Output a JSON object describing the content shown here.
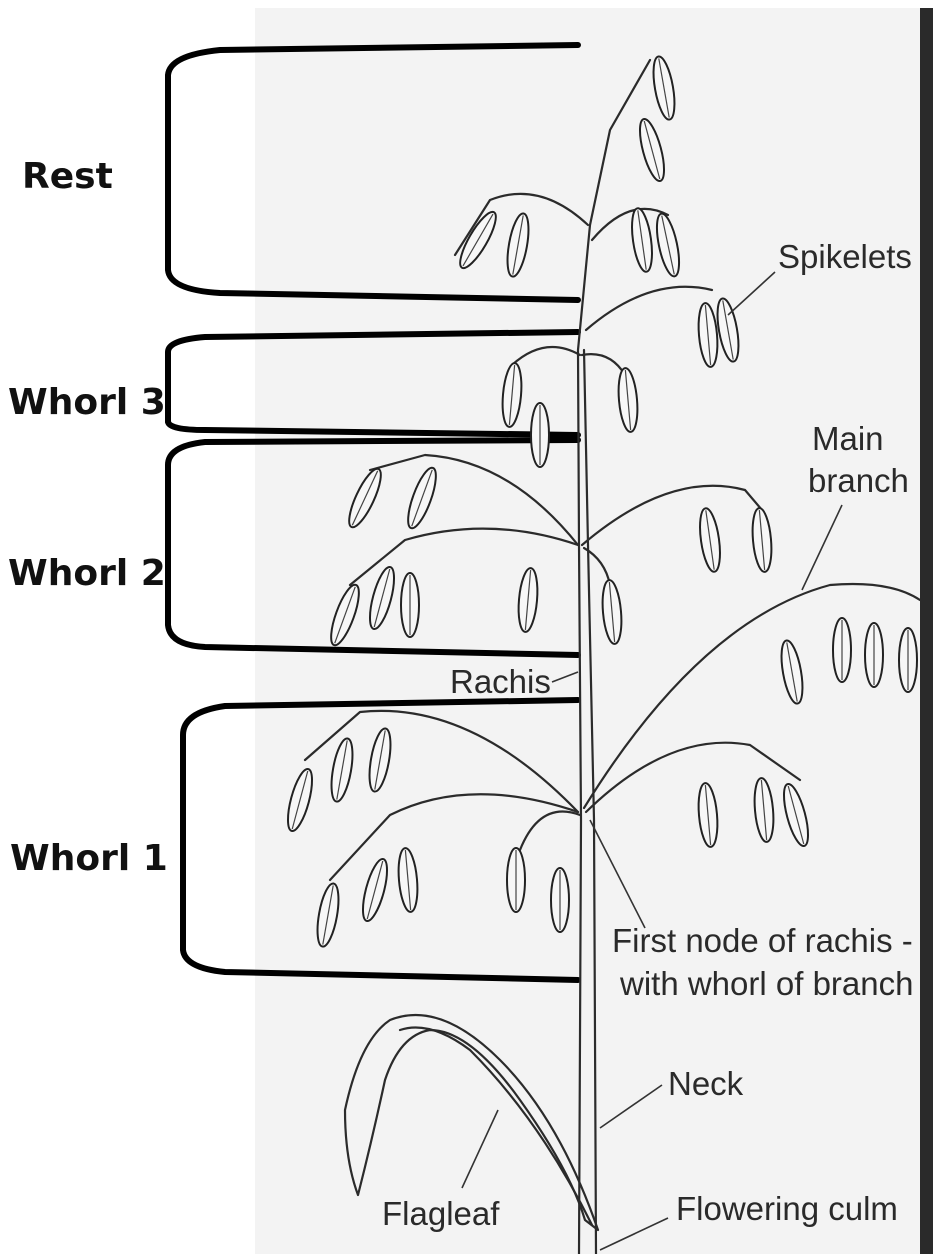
{
  "sections": [
    {
      "id": "rest",
      "label": "Rest"
    },
    {
      "id": "whorl3",
      "label": "Whorl 3"
    },
    {
      "id": "whorl2",
      "label": "Whorl 2"
    },
    {
      "id": "whorl1",
      "label": "Whorl 1"
    }
  ],
  "labels": {
    "spikelets": "Spikelets",
    "main_branch_line1": "Main",
    "main_branch_line2": "branch",
    "rachis": "Rachis",
    "first_node_line1": "First node of rachis -",
    "first_node_line2": "with whorl of branch",
    "neck": "Neck",
    "flagleaf": "Flagleaf",
    "flowering_culm": "Flowering culm"
  },
  "colors": {
    "bracket": "#000000",
    "ink": "#2b2b2b",
    "page_shade": "#f2f2f2"
  }
}
